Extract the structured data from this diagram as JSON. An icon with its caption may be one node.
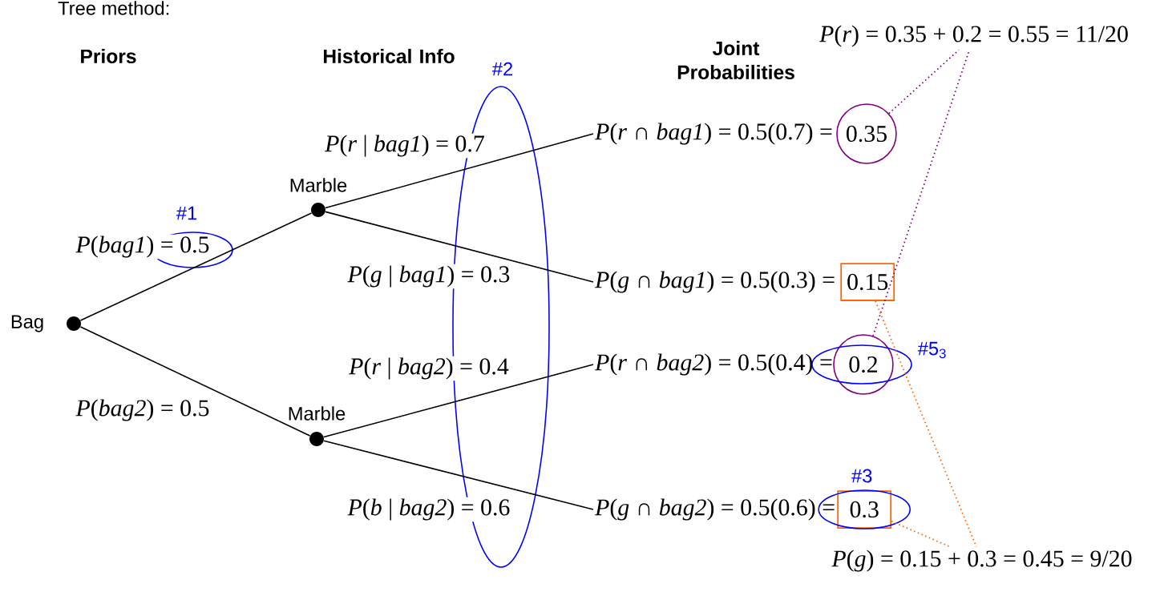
{
  "diagram": {
    "title": "Tree method:",
    "nodes": [
      {
        "text": [],
        "shape": "circle",
        "beside": [
          "Bag"
        ]
      },
      {
        "text": [],
        "shape": "circle",
        "beside": [
          "Marble"
        ]
      },
      {
        "text": [],
        "shape": "circle",
        "beside": [
          "Marble"
        ]
      },
      {
        "text": [
          "*P*(*r* ∩ *bag1*) = 0.5(0.7) ="
        ]
      },
      {
        "text": [
          "0.35"
        ]
      },
      {
        "text": [
          "*P*(*g* ∩ *bag1*) = 0.5(0.3) ="
        ]
      },
      {
        "text": [
          "0.15"
        ]
      },
      {
        "text": [
          "*P*(*r* ∩ *bag2*) = 0.5(0.4) ="
        ]
      },
      {
        "text": [
          "0.2"
        ]
      },
      {
        "text": [
          "*P*(*g* ∩ *bag2*) = 0.5(0.6) ="
        ]
      },
      {
        "text": [
          "0.3"
        ]
      },
      {
        "text": [
          "*P*(*r*) = 0.35 + 0.2 = 0.55 = 11/20"
        ]
      },
      {
        "text": [
          "*P*(*g*) = 0.15 + 0.3 = 0.45 = 9/20"
        ]
      }
    ],
    "edges": [
      {
        "from": 0,
        "to": 1,
        "arrow": "none",
        "label": "*P*(*bag1*) = 0.5"
      },
      {
        "from": 0,
        "to": 2,
        "arrow": "none",
        "label": "*P*(*bag2*) = 0.5"
      },
      {
        "from": 1,
        "to": 3,
        "arrow": "none",
        "label": "*P*(*r* | *bag1*) = 0.7"
      },
      {
        "from": 1,
        "to": 5,
        "arrow": "none",
        "label": "*P*(*g* | *bag1*) = 0.3"
      },
      {
        "from": 2,
        "to": 7,
        "arrow": "none",
        "label": "*P*(*r* | *bag2*) = 0.4"
      },
      {
        "from": 2,
        "to": 9,
        "arrow": "none",
        "label": "*P*(*b* | *bag2*) = 0.6"
      },
      {
        "from": 4,
        "to": 11,
        "arrow": "none",
        "style": "dashed",
        "color": "#800080"
      },
      {
        "from": 8,
        "to": 11,
        "arrow": "none",
        "style": "dashed",
        "color": "#800080"
      },
      {
        "from": 6,
        "to": 12,
        "arrow": "none",
        "style": "dashed",
        "color": "#ff6600"
      },
      {
        "from": 10,
        "to": 12,
        "arrow": "none",
        "style": "dashed",
        "color": "#ff6600"
      }
    ],
    "labels": [
      "Priors",
      "Historical Info",
      "#2",
      "Joint Probabilities",
      "#1",
      "#5$_{3}$",
      "#3"
    ]
  }
}
